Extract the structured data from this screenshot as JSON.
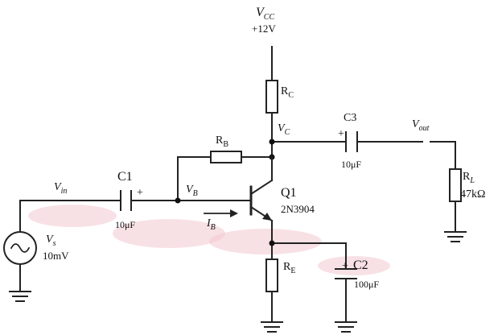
{
  "circuit": {
    "vcc": {
      "name": "V",
      "sub": "CC",
      "value": "+12V"
    },
    "rc": {
      "name": "R",
      "sub": "C"
    },
    "vc": {
      "name": "V",
      "sub": "C"
    },
    "c3": {
      "name": "C3",
      "value": "10μF",
      "polarity": "+"
    },
    "vout": {
      "name": "V",
      "sub": "out"
    },
    "rl": {
      "name": "R",
      "sub": "L",
      "value": "47kΩ"
    },
    "rb": {
      "name": "R",
      "sub": "B"
    },
    "q1": {
      "name": "Q1",
      "part": "2N3904"
    },
    "vin": {
      "name": "V",
      "sub": "in"
    },
    "c1": {
      "name": "C1",
      "value": "10μF",
      "polarity": "+"
    },
    "vb": {
      "name": "V",
      "sub": "B"
    },
    "ib": {
      "name": "I",
      "sub": "B"
    },
    "vs": {
      "name": "V",
      "sub": "s",
      "value": "10mV"
    },
    "re": {
      "name": "R",
      "sub": "E"
    },
    "c2": {
      "name": "C2",
      "value": "100μF",
      "polarity": "+"
    }
  }
}
